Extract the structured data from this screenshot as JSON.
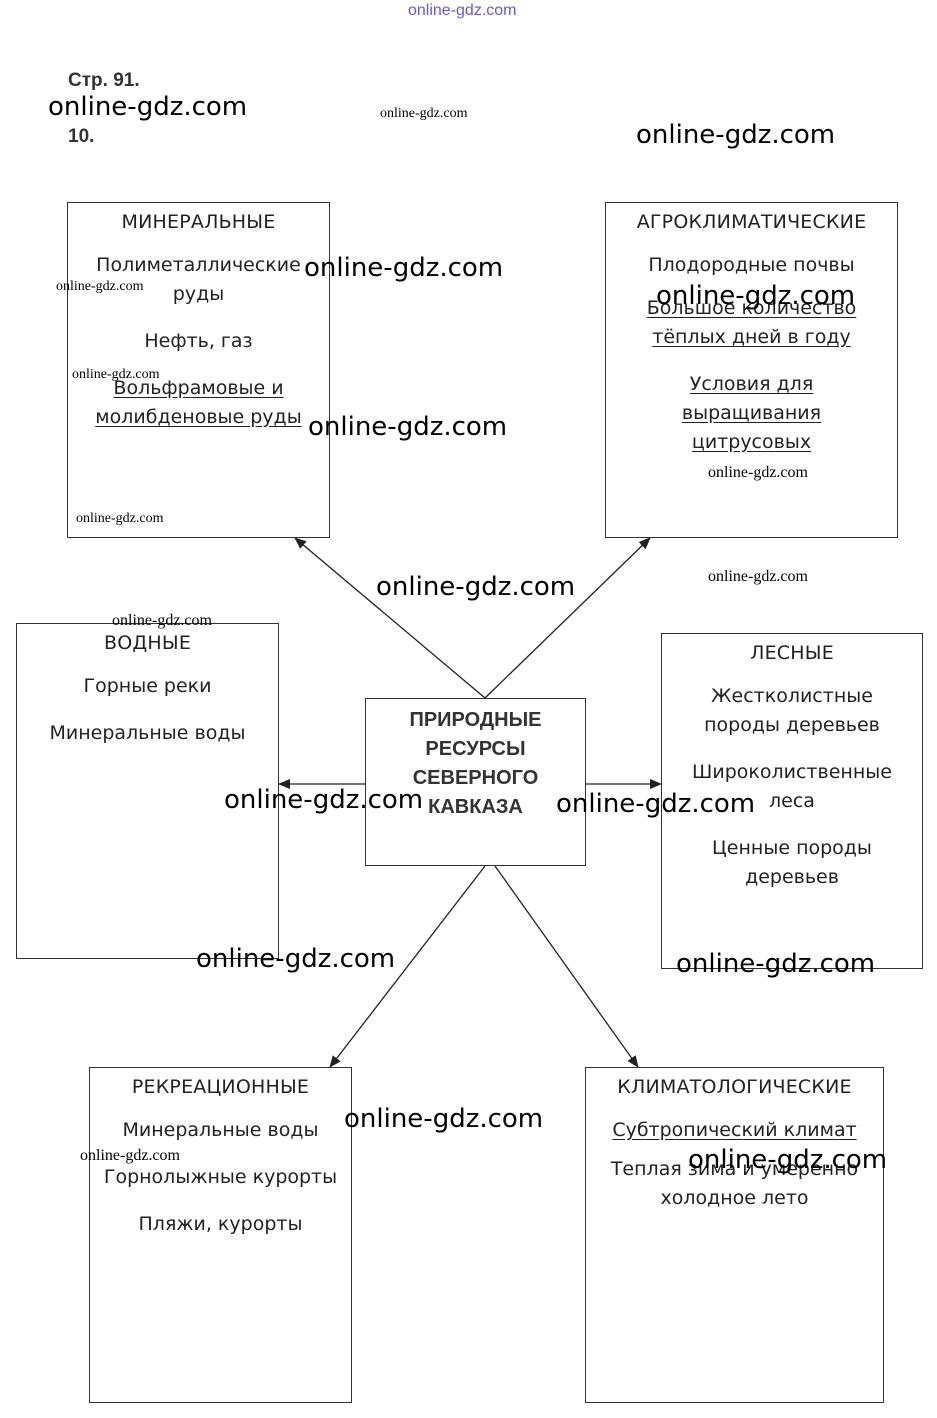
{
  "header": {
    "page_ref": "Стр. 91.",
    "task_number": "10."
  },
  "center": {
    "lines": [
      "ПРИРОДНЫЕ",
      "РЕСУРСЫ",
      "СЕВЕРНОГО",
      "КАВКАЗА"
    ]
  },
  "categories": {
    "mineral": {
      "title": "МИНЕРАЛЬНЫЕ",
      "items": [
        "Полиметаллические руды",
        "Нефть, газ",
        "Вольфрамовые и молибденовые руды"
      ]
    },
    "agro": {
      "title": "АГРОКЛИМАТИЧЕСКИЕ",
      "items": [
        "Плодородные почвы",
        "Большое количество тёплых дней в году",
        "Условия для выращивания цитрусовых"
      ]
    },
    "water": {
      "title": "ВОДНЫЕ",
      "items": [
        "Горные реки",
        "Минеральные воды"
      ]
    },
    "forest": {
      "title": "ЛЕСНЫЕ",
      "items": [
        "Жестколистные породы деревьев",
        "Широколиственные леса",
        "Ценные породы деревьев"
      ]
    },
    "recreation": {
      "title": "РЕКРЕАЦИОННЫЕ",
      "items": [
        "Минеральные воды",
        "Горнолыжные курорты",
        "Пляжи, курорты"
      ]
    },
    "climate": {
      "title": "КЛИМАТОЛОГИЧЕСКИЕ",
      "items": [
        "Субтропический климат",
        "Теплая зима и умеренно холодное лето"
      ]
    }
  },
  "watermark": {
    "text": "online-gdz.com"
  }
}
